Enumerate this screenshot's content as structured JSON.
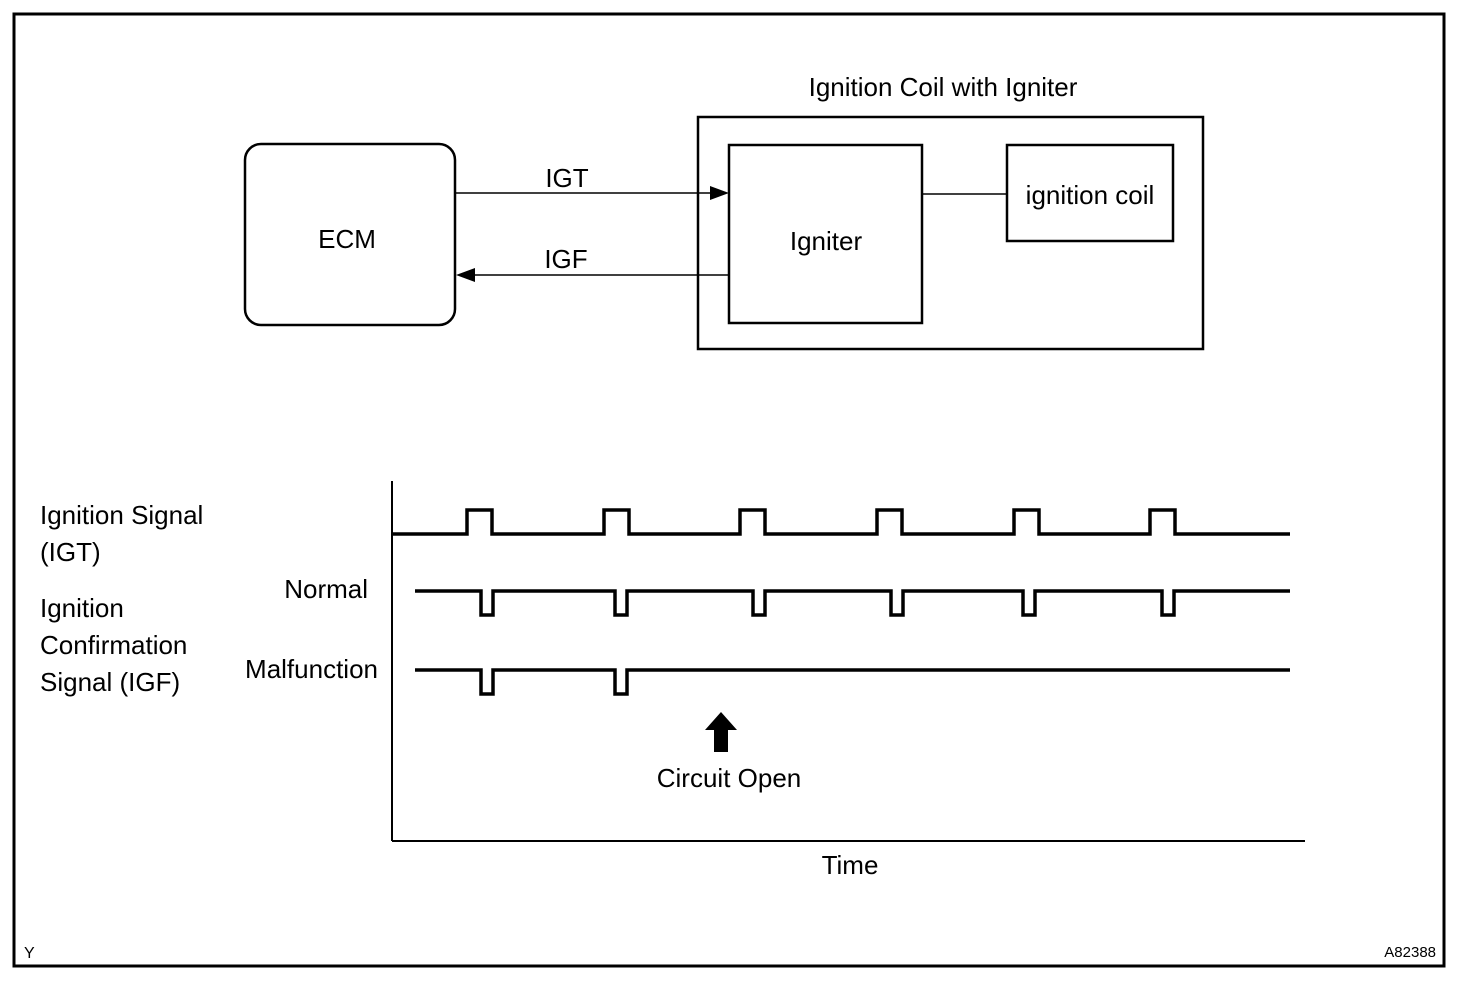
{
  "block_diagram": {
    "module_title": "Ignition Coil with Igniter",
    "ecm_label": "ECM",
    "igniter_label": "Igniter",
    "coil_label": "ignition coil",
    "igt_label": "IGT",
    "igf_label": "IGF"
  },
  "timing": {
    "igt_label_line1": "Ignition Signal",
    "igt_label_line2": "(IGT)",
    "igf_label_line1": "Ignition",
    "igf_label_line2": "Confirmation",
    "igf_label_line3": "Signal (IGF)",
    "normal_label": "Normal",
    "malfunction_label": "Malfunction",
    "circuit_open_label": "Circuit Open",
    "x_axis_label": "Time",
    "igt_pulse_count": 6,
    "igf_normal_pulse_count": 6,
    "igf_malfunction_pulse_count": 2
  },
  "footer": {
    "left_code": "Y",
    "figure_id": "A82388"
  },
  "colors": {
    "line": "#000000",
    "background": "#ffffff"
  }
}
